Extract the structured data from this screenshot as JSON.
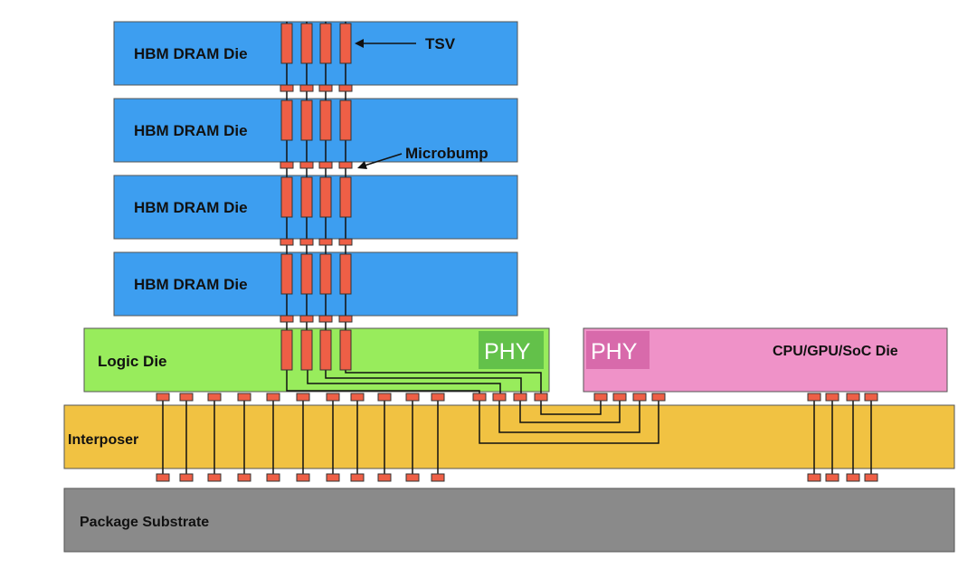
{
  "labels": {
    "dram_die": "HBM DRAM Die",
    "logic_die": "Logic Die",
    "phy_left": "PHY",
    "phy_right": "PHY",
    "cpu_die": "CPU/GPU/SoC Die",
    "interposer": "Interposer",
    "substrate": "Package Substrate",
    "tsv": "TSV",
    "microbump": "Microbump"
  },
  "colors": {
    "dram": "#3d9ef0",
    "logic": "#98ec5c",
    "phy_left": "#63c14a",
    "cpu": "#ef92c8",
    "phy_right": "#d86aab",
    "interposer": "#f1c242",
    "substrate": "#8a8a8a",
    "bump": "#ee5f46",
    "wire": "#111111"
  }
}
